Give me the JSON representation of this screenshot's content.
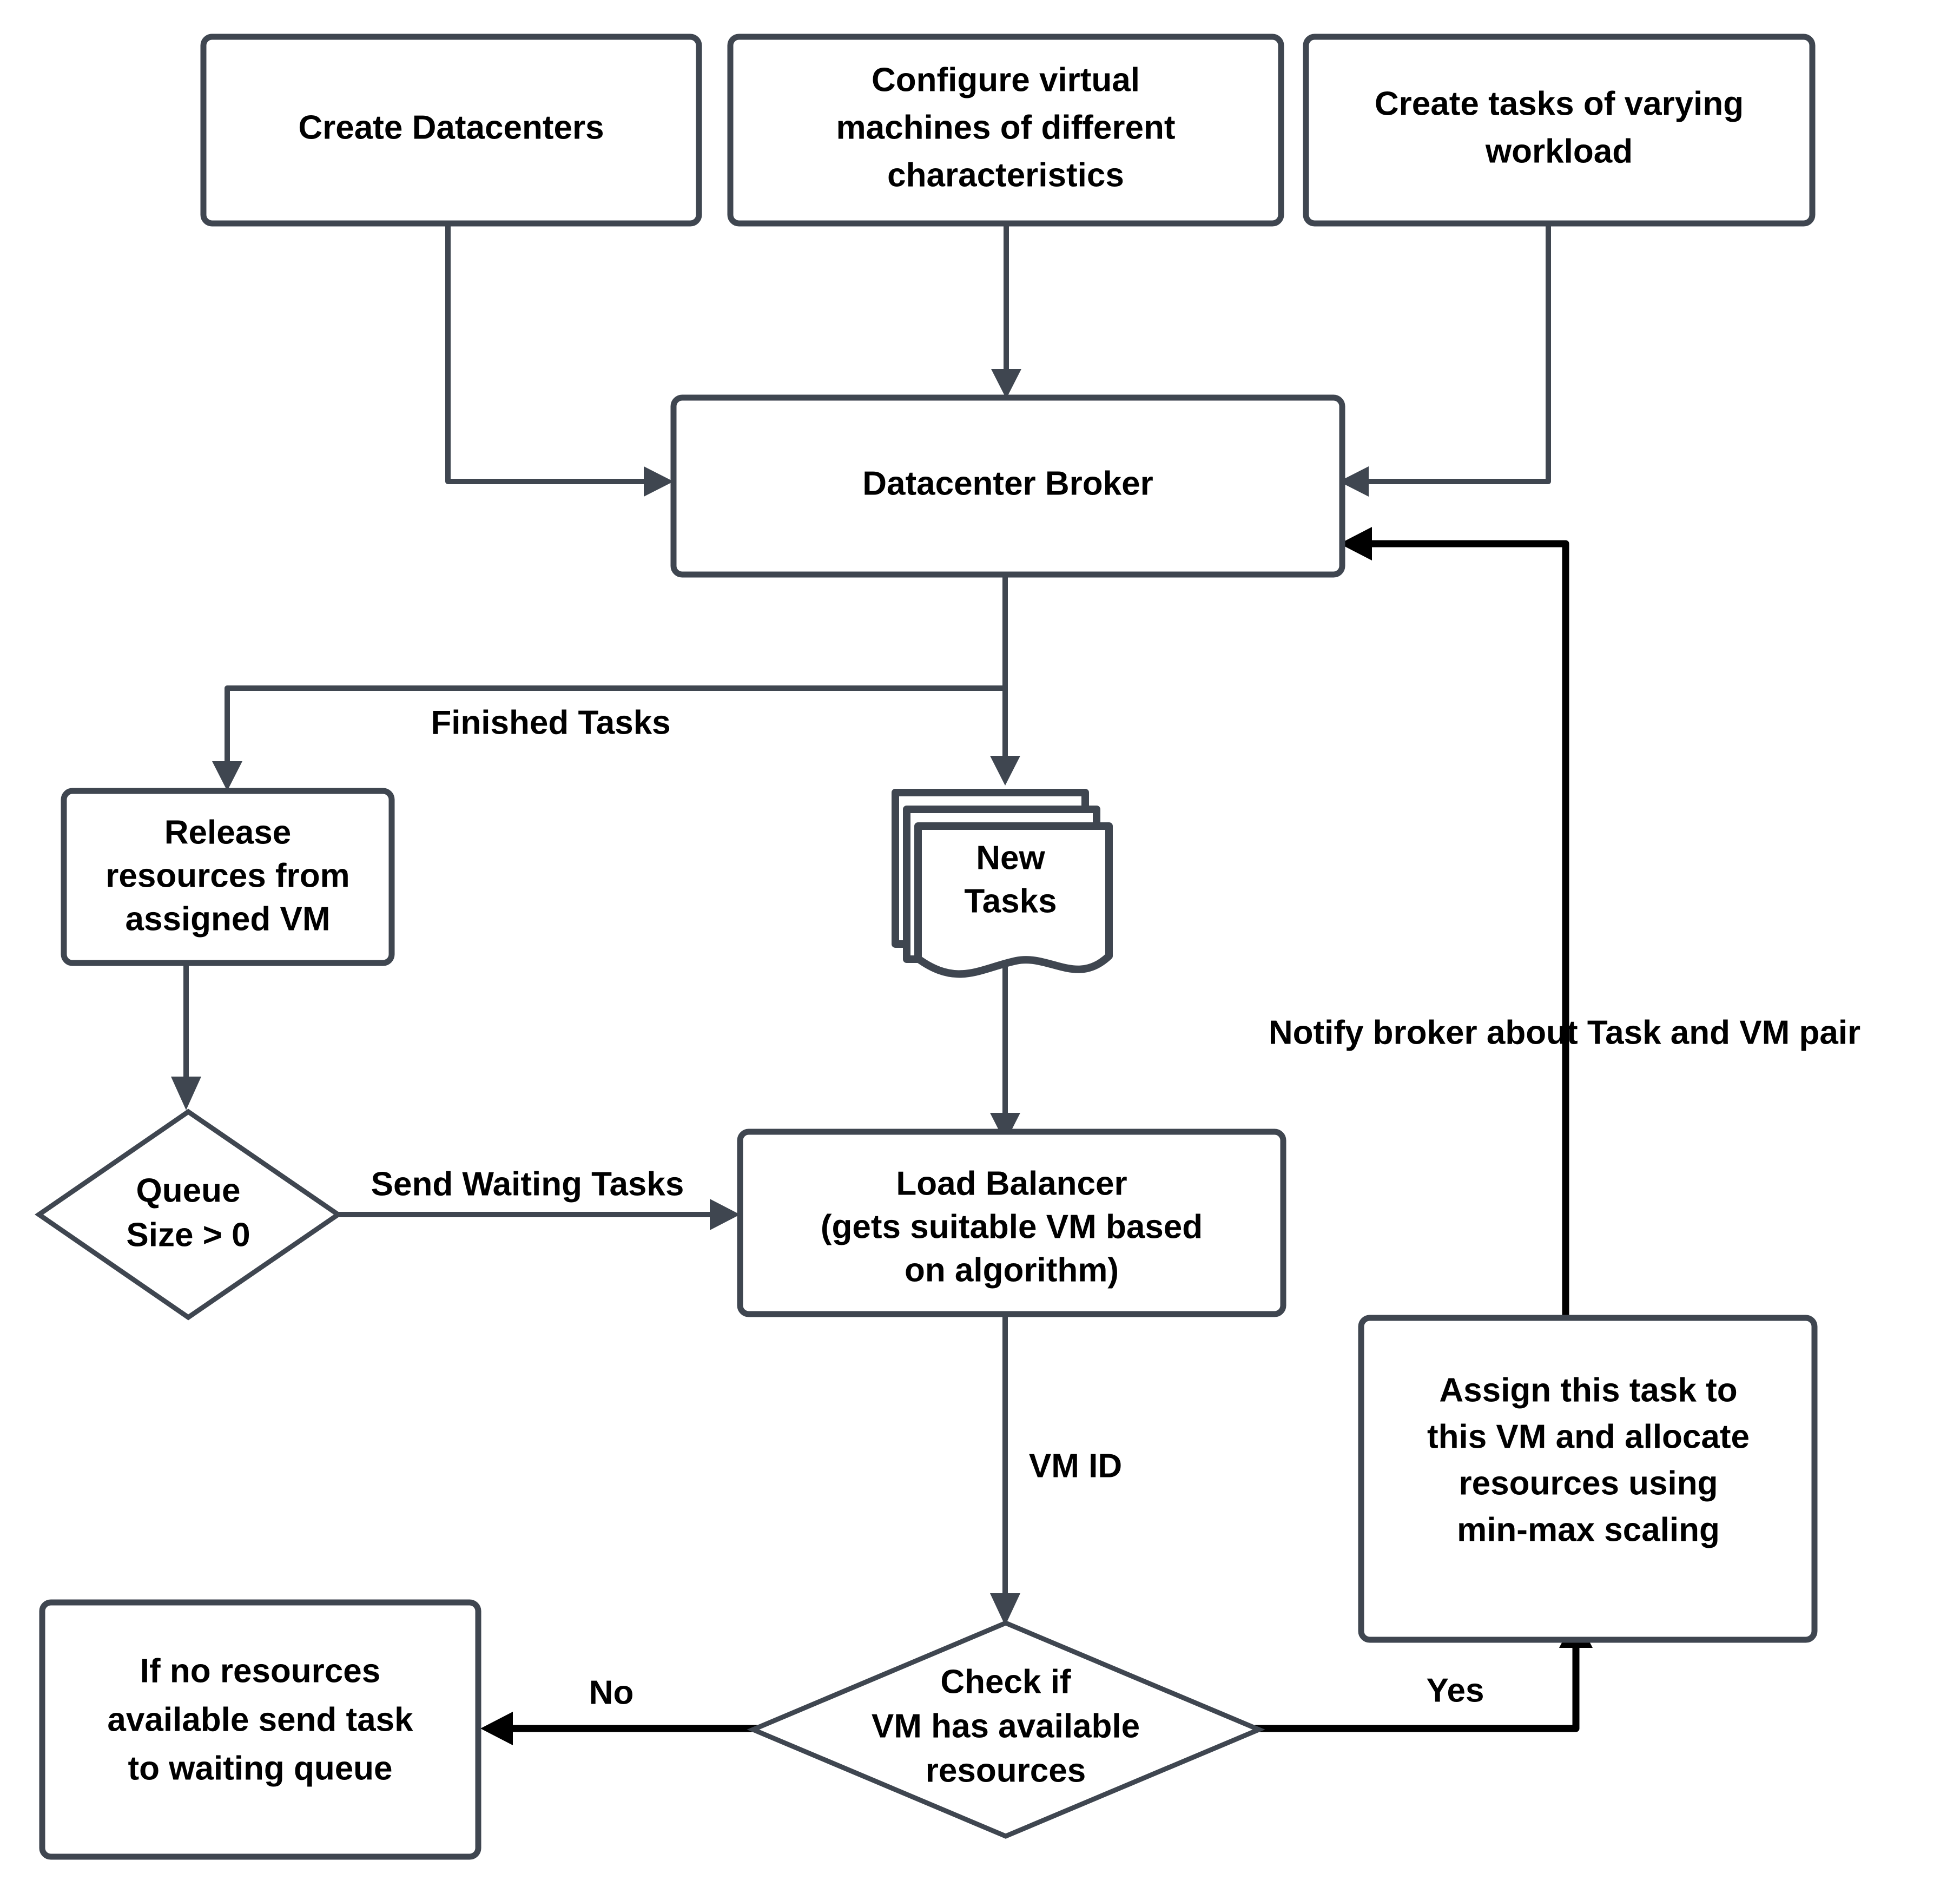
{
  "diagram": {
    "title": "Cloud task scheduling and load balancing flowchart",
    "colors": {
      "node_stroke": "#3f4650",
      "node_fill": "#ffffff",
      "edge": "#3f4650",
      "edge_alt": "#000000",
      "text": "#000000",
      "background": "#ffffff"
    },
    "nodes": [
      {
        "id": "create-datacenters",
        "shape": "rounded-rectangle",
        "lines": [
          "Create Datacenters"
        ]
      },
      {
        "id": "configure-vms",
        "shape": "rounded-rectangle",
        "lines": [
          "Configure virtual",
          "machines of different",
          "characteristics"
        ]
      },
      {
        "id": "create-tasks",
        "shape": "rounded-rectangle",
        "lines": [
          "Create tasks of varying",
          "workload"
        ]
      },
      {
        "id": "datacenter-broker",
        "shape": "rounded-rectangle",
        "lines": [
          "Datacenter Broker"
        ]
      },
      {
        "id": "release-resources",
        "shape": "rounded-rectangle",
        "lines": [
          "Release",
          "resources from",
          "assigned VM"
        ]
      },
      {
        "id": "new-tasks",
        "shape": "multi-document",
        "lines": [
          "New",
          "Tasks"
        ]
      },
      {
        "id": "queue-size",
        "shape": "diamond",
        "lines": [
          "Queue",
          "Size > 0"
        ]
      },
      {
        "id": "load-balancer",
        "shape": "rounded-rectangle",
        "lines": [
          "Load Balancer",
          "(gets suitable VM based",
          "on algorithm)"
        ]
      },
      {
        "id": "assign-task",
        "shape": "rounded-rectangle",
        "lines": [
          "Assign this task to",
          "this VM and allocate",
          "resources using",
          "min-max scaling"
        ]
      },
      {
        "id": "check-vm-resources",
        "shape": "diamond",
        "lines": [
          "Check if",
          "VM has available",
          "resources"
        ]
      },
      {
        "id": "waiting-queue",
        "shape": "rounded-rectangle",
        "lines": [
          "If no resources",
          "available send task",
          "to waiting queue"
        ]
      }
    ],
    "edge_labels": {
      "finished_tasks": "Finished Tasks",
      "send_waiting_tasks": "Send Waiting Tasks",
      "notify_broker": "Notify broker about Task and VM pair",
      "vm_id": "VM ID",
      "no": "No",
      "yes": "Yes"
    },
    "edges": [
      {
        "from": "create-datacenters",
        "to": "datacenter-broker",
        "label": ""
      },
      {
        "from": "configure-vms",
        "to": "datacenter-broker",
        "label": ""
      },
      {
        "from": "create-tasks",
        "to": "datacenter-broker",
        "label": ""
      },
      {
        "from": "datacenter-broker",
        "to": "release-resources",
        "label": "Finished Tasks"
      },
      {
        "from": "datacenter-broker",
        "to": "new-tasks",
        "label": ""
      },
      {
        "from": "release-resources",
        "to": "queue-size",
        "label": ""
      },
      {
        "from": "queue-size",
        "to": "load-balancer",
        "label": "Send Waiting Tasks"
      },
      {
        "from": "new-tasks",
        "to": "load-balancer",
        "label": ""
      },
      {
        "from": "load-balancer",
        "to": "check-vm-resources",
        "label": "VM ID"
      },
      {
        "from": "check-vm-resources",
        "to": "waiting-queue",
        "label": "No"
      },
      {
        "from": "check-vm-resources",
        "to": "assign-task",
        "label": "Yes"
      },
      {
        "from": "assign-task",
        "to": "datacenter-broker",
        "label": "Notify broker about Task and VM pair"
      }
    ]
  }
}
